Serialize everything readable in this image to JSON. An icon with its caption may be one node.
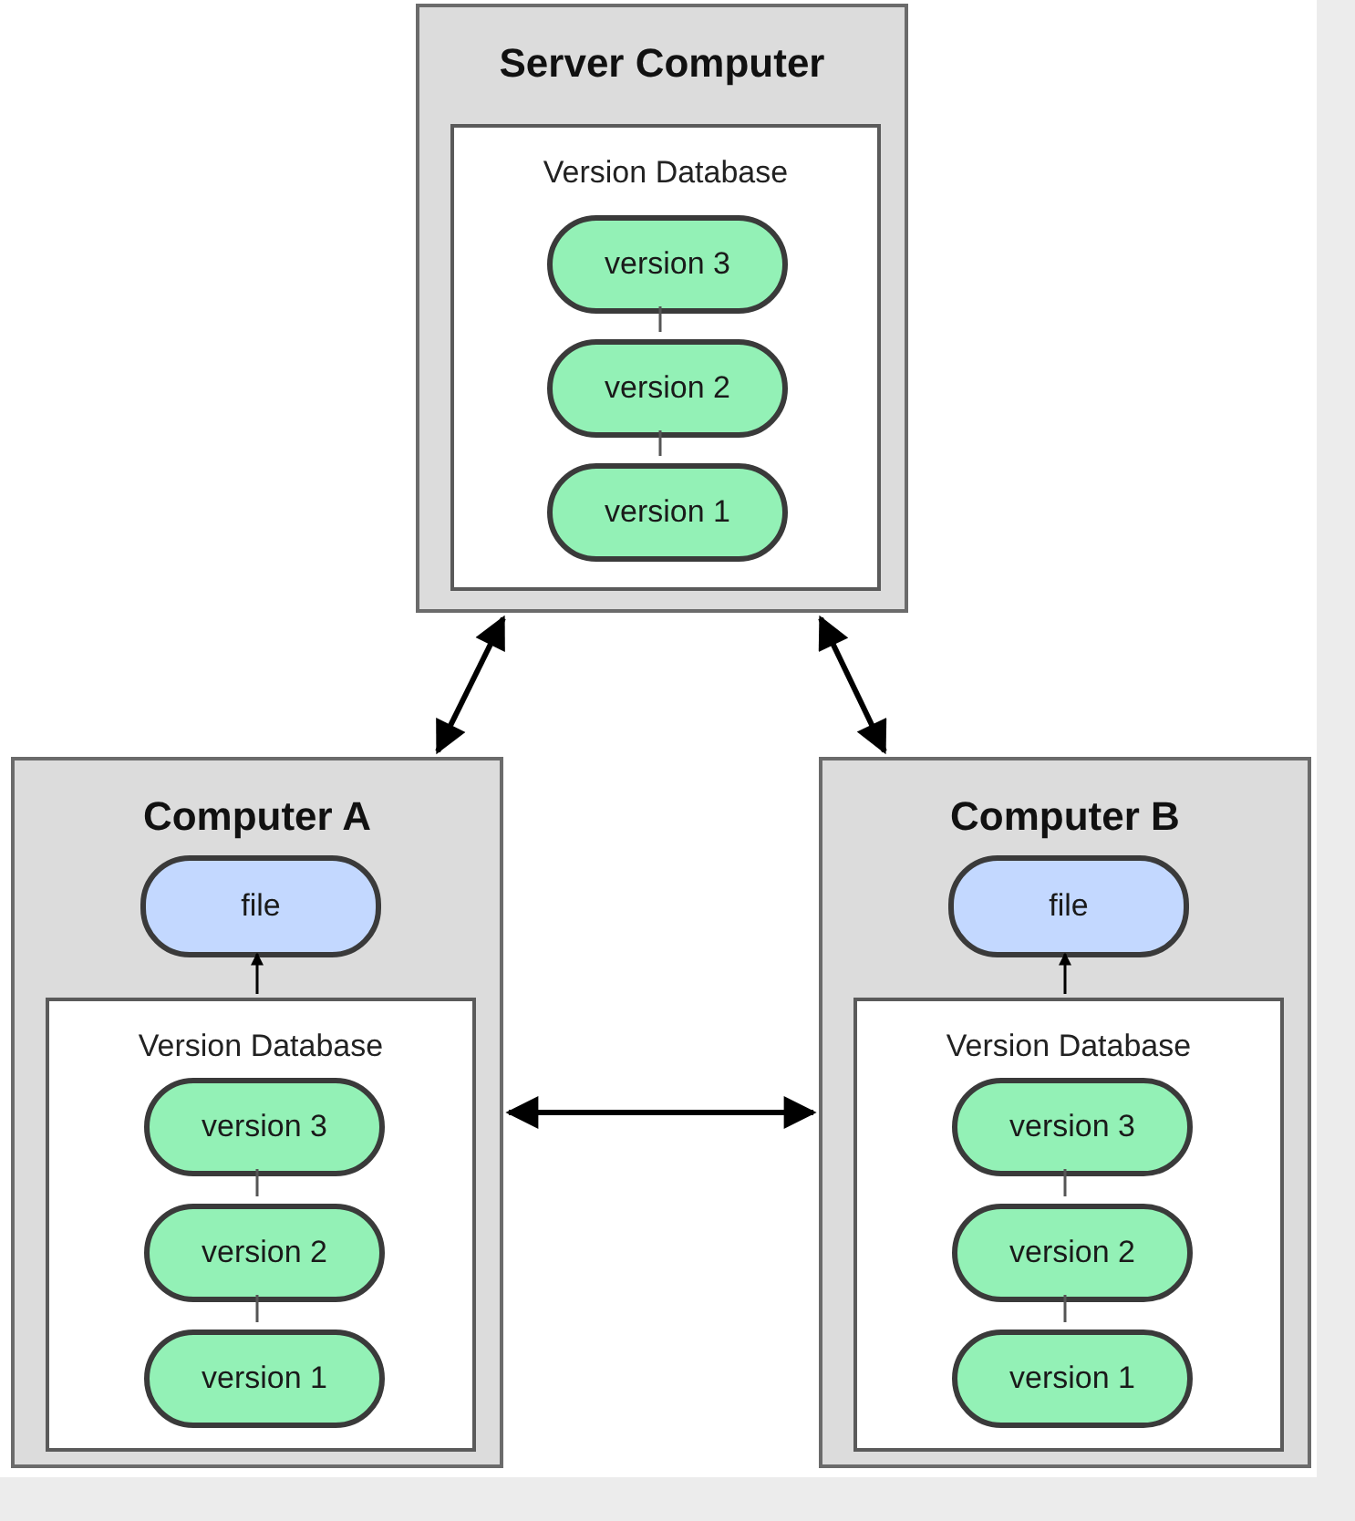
{
  "diagram": {
    "nodes": [
      {
        "text": [
          "Server Computer"
        ]
      },
      {
        "text": [
          "Version Database"
        ],
        "in": 0
      },
      {
        "text": [
          "version 3"
        ],
        "in": 1
      },
      {
        "text": [
          "version 2"
        ],
        "in": 1
      },
      {
        "text": [
          "version 1"
        ],
        "in": 1
      },
      {
        "text": [
          "Computer A"
        ]
      },
      {
        "text": [
          "file"
        ],
        "in": 5
      },
      {
        "text": [
          "Version Database"
        ],
        "in": 5
      },
      {
        "text": [
          "version 3"
        ],
        "in": 7
      },
      {
        "text": [
          "version 2"
        ],
        "in": 7
      },
      {
        "text": [
          "version 1"
        ],
        "in": 7
      },
      {
        "text": [
          "Computer B"
        ]
      },
      {
        "text": [
          "file"
        ],
        "in": 11
      },
      {
        "text": [
          "Version Database"
        ],
        "in": 11
      },
      {
        "text": [
          "version 3"
        ],
        "in": 13
      },
      {
        "text": [
          "version 2"
        ],
        "in": 13
      },
      {
        "text": [
          "version 1"
        ],
        "in": 13
      }
    ],
    "edges": [
      {
        "from": 2,
        "to": 3,
        "arrow": "none"
      },
      {
        "from": 3,
        "to": 4,
        "arrow": "none"
      },
      {
        "from": 0,
        "to": 5,
        "arrow": "both",
        "style": "thick"
      },
      {
        "from": 0,
        "to": 11,
        "arrow": "both",
        "style": "thick"
      },
      {
        "from": 5,
        "to": 11,
        "arrow": "both",
        "style": "thick"
      },
      {
        "from": 7,
        "to": 6,
        "arrow": "to"
      },
      {
        "from": 8,
        "to": 9,
        "arrow": "none"
      },
      {
        "from": 9,
        "to": 10,
        "arrow": "none"
      },
      {
        "from": 13,
        "to": 12,
        "arrow": "to"
      },
      {
        "from": 14,
        "to": 15,
        "arrow": "none"
      },
      {
        "from": 15,
        "to": 16,
        "arrow": "none"
      }
    ]
  }
}
